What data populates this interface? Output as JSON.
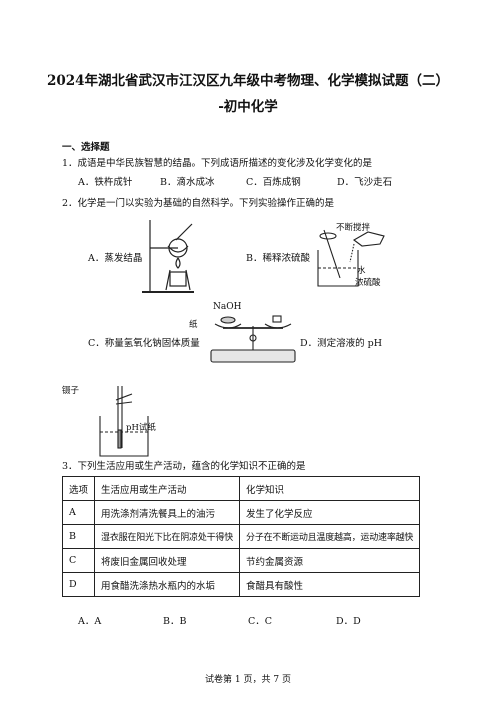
{
  "title_line1": "2024年湖北省武汉市江汉区九年级中考物理、化学模拟试题（二）",
  "title_line2": "-初中化学",
  "section": "一、选择题",
  "q1": {
    "stem": "1．成语是中华民族智慧的结晶。下列成语所描述的变化涉及化学变化的是",
    "options": [
      "A．铁杵成针",
      "B．滴水成冰",
      "C．百炼成钢",
      "D．飞沙走石"
    ]
  },
  "q2": {
    "stem": "2．化学是一门以实验为基础的自然科学。下列实验操作正确的是",
    "options": [
      "A．蒸发结晶",
      "B．稀释浓硫酸",
      "C．称量氢氧化钠固体质量",
      "D．测定溶液的 pH"
    ],
    "labels": {
      "stir": "不断搅拌",
      "water": "水",
      "acid": "浓硫酸",
      "naoh": "NaOH",
      "paper": "纸",
      "tweezers": "镊子",
      "ph_paper": "pH试纸"
    }
  },
  "q3": {
    "stem": "3．下列生活应用或生产活动，蕴含的化学知识不正确的是",
    "header": [
      "选项",
      "生活应用或生产活动",
      "化学知识"
    ],
    "rows": [
      [
        "A",
        "用洗涤剂清洗餐具上的油污",
        "发生了化学反应"
      ],
      [
        "B",
        "湿衣服在阳光下比在阴凉处干得快",
        "分子在不断运动且温度越高，运动速率越快"
      ],
      [
        "C",
        "将废旧金属回收处理",
        "节约金属资源"
      ],
      [
        "D",
        "用食醋洗涤热水瓶内的水垢",
        "食醋具有酸性"
      ]
    ],
    "options": [
      "A．A",
      "B．B",
      "C．C",
      "D．D"
    ]
  },
  "footer": "试卷第 1 页，共 7 页"
}
